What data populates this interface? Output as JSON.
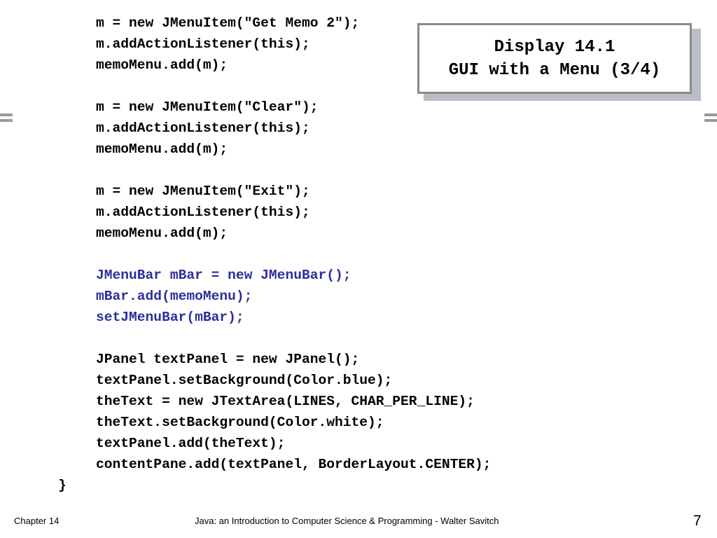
{
  "code": {
    "lines": [
      {
        "text": "m = new JMenuItem(\"Get Memo 2\");",
        "indent": true,
        "highlight": false
      },
      {
        "text": "m.addActionListener(this);",
        "indent": true,
        "highlight": false
      },
      {
        "text": "memoMenu.add(m);",
        "indent": true,
        "highlight": false
      },
      {
        "text": "",
        "indent": true,
        "highlight": false
      },
      {
        "text": "m = new JMenuItem(\"Clear\");",
        "indent": true,
        "highlight": false
      },
      {
        "text": "m.addActionListener(this);",
        "indent": true,
        "highlight": false
      },
      {
        "text": "memoMenu.add(m);",
        "indent": true,
        "highlight": false
      },
      {
        "text": "",
        "indent": true,
        "highlight": false
      },
      {
        "text": "m = new JMenuItem(\"Exit\");",
        "indent": true,
        "highlight": false
      },
      {
        "text": "m.addActionListener(this);",
        "indent": true,
        "highlight": false
      },
      {
        "text": "memoMenu.add(m);",
        "indent": true,
        "highlight": false
      },
      {
        "text": "",
        "indent": true,
        "highlight": false
      },
      {
        "text": "JMenuBar mBar = new JMenuBar();",
        "indent": true,
        "highlight": true
      },
      {
        "text": "mBar.add(memoMenu);",
        "indent": true,
        "highlight": true
      },
      {
        "text": "setJMenuBar(mBar);",
        "indent": true,
        "highlight": true
      },
      {
        "text": "",
        "indent": true,
        "highlight": false
      },
      {
        "text": "JPanel textPanel = new JPanel();",
        "indent": true,
        "highlight": false
      },
      {
        "text": "textPanel.setBackground(Color.blue);",
        "indent": true,
        "highlight": false
      },
      {
        "text": "theText = new JTextArea(LINES, CHAR_PER_LINE);",
        "indent": true,
        "highlight": false
      },
      {
        "text": "theText.setBackground(Color.white);",
        "indent": true,
        "highlight": false
      },
      {
        "text": "textPanel.add(theText);",
        "indent": true,
        "highlight": false
      },
      {
        "text": "contentPane.add(textPanel, BorderLayout.CENTER);",
        "indent": true,
        "highlight": false
      },
      {
        "text": "}",
        "indent": false,
        "highlight": false
      }
    ],
    "highlight_color": "#2e2e9c"
  },
  "title_box": {
    "line1": "Display 14.1",
    "line2": "GUI with a Menu (3/4)"
  },
  "footer": {
    "chapter": "Chapter 14",
    "book": "Java: an Introduction to Computer Science & Programming - Walter Savitch",
    "page_number": "7"
  }
}
